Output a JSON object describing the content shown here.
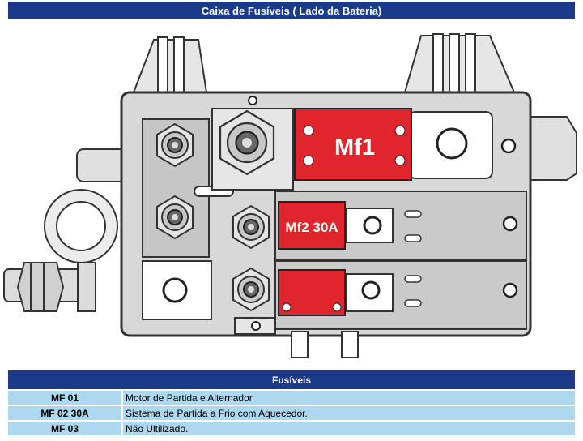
{
  "header": {
    "title": "Caixa de Fusíveis ( Lado da Bateria)"
  },
  "diagram": {
    "labels": {
      "mf1": "Mf1",
      "mf2": "Mf2 30A"
    },
    "colors": {
      "fuse_red": "#e0262c",
      "body": "#d9d9d9",
      "outline": "#333333"
    }
  },
  "fuse_table": {
    "header": "Fusíveis",
    "rows": [
      {
        "code": "MF 01",
        "description": "Motor de Partida e Alternador"
      },
      {
        "code": "MF 02 30A",
        "description": "Sistema de Partida a Frio com Aquecedor."
      },
      {
        "code": "MF 03",
        "description": "Não Ultilizado."
      }
    ]
  }
}
